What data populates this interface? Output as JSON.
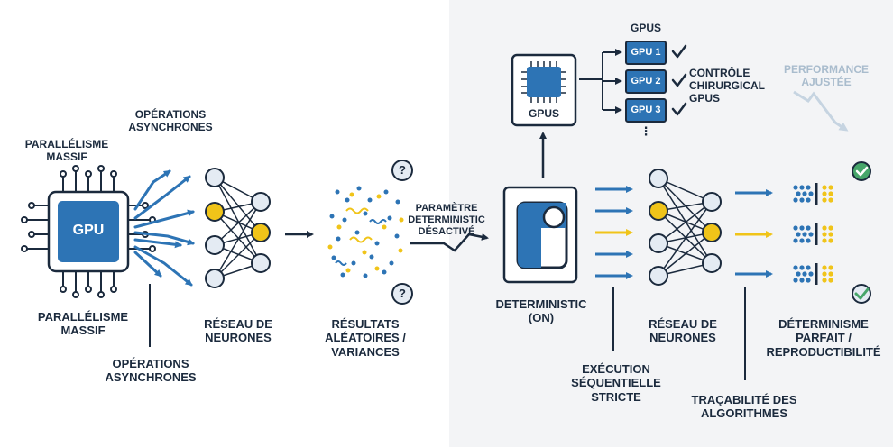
{
  "left": {
    "gpu_chip_label": "GPU",
    "parallelism_top": "PARALLÉLISME\nMASSIF",
    "async_top": "OPÉRATIONS\nASYNCHRONES",
    "parallelism_bottom": "PARALLÉLISME\nMASSIF",
    "async_bottom": "OPÉRATIONS\nASYNCHRONES",
    "neural_net_label": "RÉSEAU DE\nNEURONES",
    "results_label": "RÉSULTATS\nALÉATOIRES /\nVARIANCES",
    "question_marks": [
      "?",
      "?"
    ]
  },
  "transition": {
    "param_label": "PARAMÈTRE\nDETERMINISTIC\nDÉSACTIVÉ"
  },
  "right": {
    "gpus_header": "GPUS",
    "gpus_chip_label": "GPUS",
    "gpu_items": [
      "GPU 1",
      "GPU 2",
      "GPU 3"
    ],
    "gpu_more": "⋮",
    "control_label": "CONTRÔLE\nCHIRURGICAL\nGPUS",
    "performance_label": "PERFORMANCE\nAJUSTÉE",
    "deterministic_label": "DETERMINISTIC\n(ON)",
    "sequential_label": "EXÉCUTION\nSÉQUENTIELLE\nSTRICTE",
    "neural_net_label": "RÉSEAU DE\nNEURONES",
    "traceability_label": "TRAÇABILITÉ DES\nALGORITHMES",
    "determinism_label": "DÉTERMINISME\nPARFAIT /\nREPRODUCTIBILITÉ"
  },
  "colors": {
    "blue": "#2d74b5",
    "navy": "#1b2a3d",
    "yellow": "#f0c419",
    "light_node": "#e4ebf3",
    "green": "#46a66a",
    "muted": "#a9bccd"
  }
}
